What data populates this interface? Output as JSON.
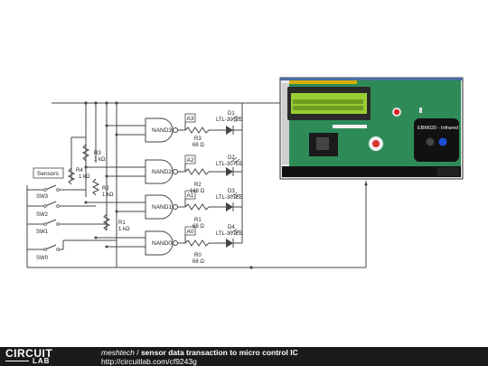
{
  "circuit": {
    "sensors_label": "Sensors",
    "switches": [
      "SW3",
      "SW2",
      "SW1",
      "SW0"
    ],
    "gates": [
      "NAND3",
      "NAND2",
      "NAND1",
      "NAND0"
    ],
    "outputs": [
      "A3",
      "A2",
      "A1",
      "A0"
    ],
    "pull_resistors": {
      "r4": "R4",
      "r4_val": "1 kΩ",
      "r3": "R3",
      "r3_val": "1 kΩ",
      "r2": "R2",
      "r2_val": "1 kΩ",
      "r1": "R1",
      "r1_val": "1 kΩ"
    },
    "led_resistors": [
      {
        "name": "R3",
        "value": "68 Ω"
      },
      {
        "name": "R2",
        "value": "168 Ω"
      },
      {
        "name": "R1",
        "value": "68 Ω"
      },
      {
        "name": "R0",
        "value": "68 Ω"
      }
    ],
    "leds": [
      {
        "name": "D1",
        "part": "LTL-307EE"
      },
      {
        "name": "D2",
        "part": "LTL-307EE"
      },
      {
        "name": "D3",
        "part": "LTL-307EE"
      },
      {
        "name": "D4",
        "part": "LTL-307EE"
      }
    ]
  },
  "embedded": {
    "module_label": "EBM020 - Infrared"
  },
  "footer": {
    "logo_top": "CIRCUIT",
    "logo_bottom": "LAB",
    "author": "meshtech",
    "separator": " / ",
    "title": "sensor data transaction to micro control IC",
    "url": "http://circuitlab.com/cf9243g"
  },
  "colors": {
    "board_green": "#2e8b57",
    "lcd_green": "#9acd32",
    "led_red": "#ff3b30",
    "footer_bg": "#1a1a1a"
  }
}
